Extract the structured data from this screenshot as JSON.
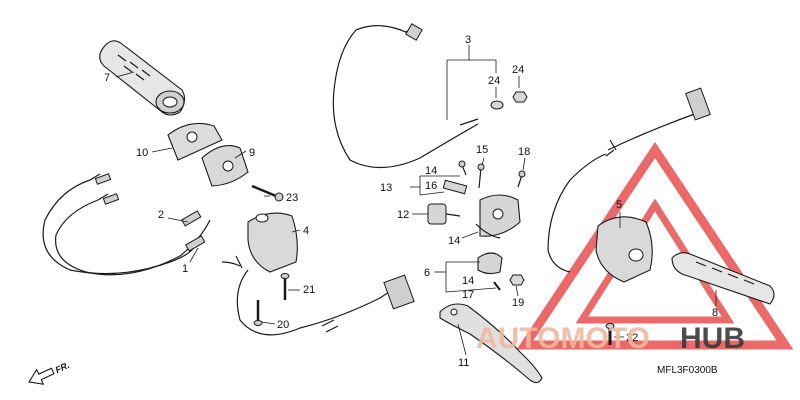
{
  "diagram": {
    "code": "MFL3F0300B",
    "direction_label": "FR.",
    "watermark": {
      "part1": "AUTOMOTO",
      "part2": "HUB",
      "color1": "#f0b8a0",
      "color2": "#3a3a3a",
      "triangle_color": "#e85050"
    },
    "callouts": {
      "c1": "1",
      "c2": "2",
      "c3": "3",
      "c4": "4",
      "c5": "5",
      "c6": "6",
      "c7": "7",
      "c8": "8",
      "c9": "9",
      "c10": "10",
      "c11": "11",
      "c12": "12",
      "c13": "13",
      "c14a": "14",
      "c14b": "14",
      "c14c": "14",
      "c15": "15",
      "c16": "16",
      "c17": "17",
      "c18": "18",
      "c19": "19",
      "c20": "20",
      "c21": "21",
      "c22": "22",
      "c23": "23",
      "c24a": "24",
      "c24b": "24"
    }
  }
}
